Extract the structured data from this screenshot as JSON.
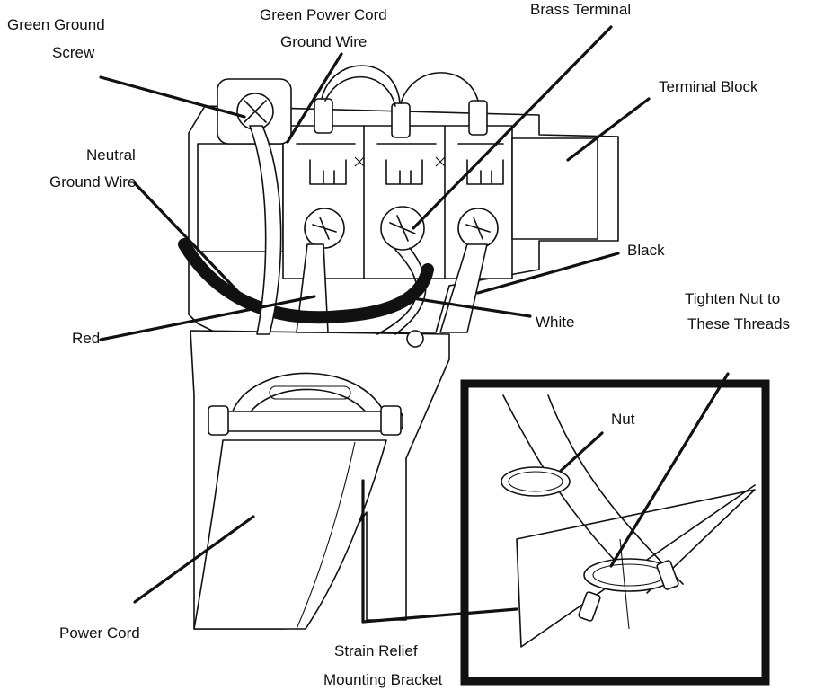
{
  "labels": {
    "green_ground_screw": [
      "Green Ground",
      "Screw"
    ],
    "green_power_cord_ground_wire": [
      "Green Power Cord",
      "Ground Wire"
    ],
    "brass_terminal": "Brass Terminal",
    "terminal_block": "Terminal Block",
    "neutral_ground_wire": [
      "Neutral",
      "Ground Wire"
    ],
    "black": "Black",
    "tighten_nut": [
      "Tighten Nut to",
      "These Threads"
    ],
    "red": "Red",
    "white": "White",
    "nut": "Nut",
    "power_cord": "Power Cord",
    "strain_relief_mounting_bracket": [
      "Strain Relief",
      "Mounting Bracket"
    ]
  },
  "colors": {
    "ink": "#111111",
    "background": "#ffffff"
  }
}
